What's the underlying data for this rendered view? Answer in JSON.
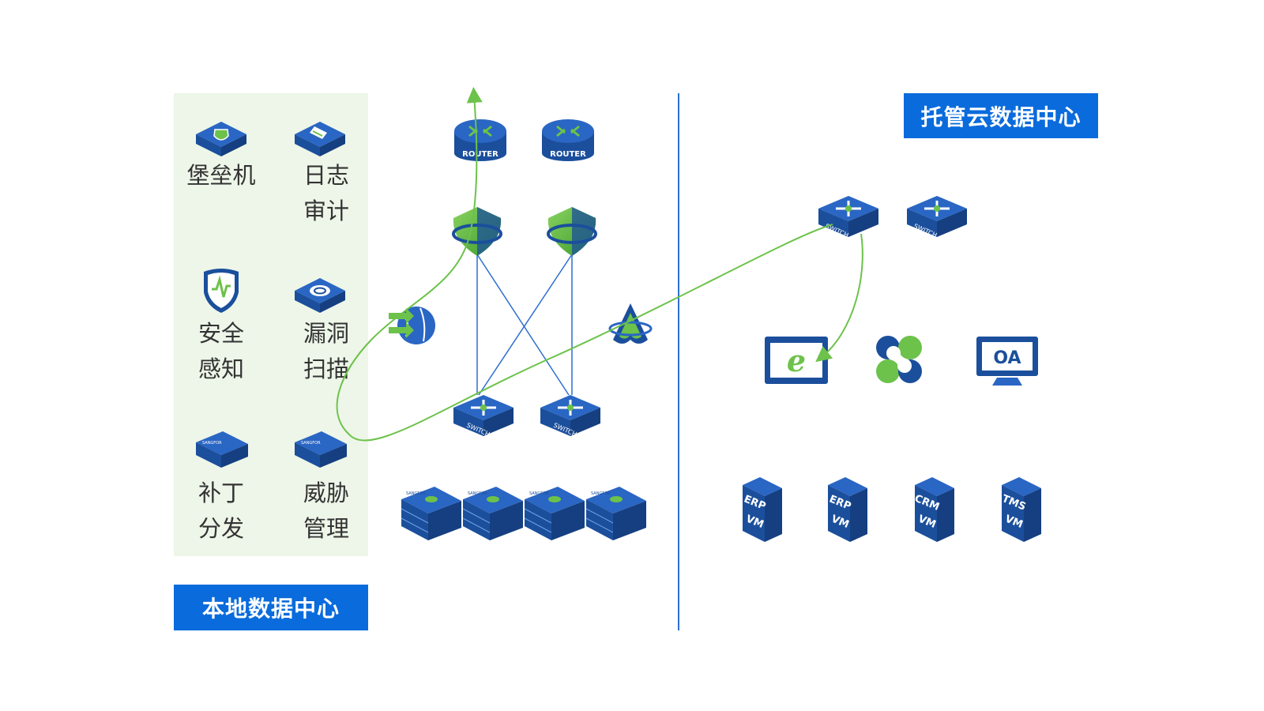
{
  "local_dc": {
    "title": "本地数据中心",
    "tools": [
      {
        "line1": "堡垒机",
        "line2": "",
        "icon": "bastion-host-icon"
      },
      {
        "line1": "日志",
        "line2": "审计",
        "icon": "log-audit-icon"
      },
      {
        "line1": "安全",
        "line2": "感知",
        "icon": "security-awareness-icon"
      },
      {
        "line1": "漏洞",
        "line2": "扫描",
        "icon": "vulnerability-scan-icon"
      },
      {
        "line1": "补丁",
        "line2": "分发",
        "icon": "patch-distribution-icon"
      },
      {
        "line1": "威胁",
        "line2": "管理",
        "icon": "threat-management-icon"
      }
    ],
    "routers": [
      {
        "label": "ROUTER"
      },
      {
        "label": "ROUTER"
      }
    ],
    "switches": [
      {
        "label": "SWITCH"
      },
      {
        "label": "SWITCH"
      }
    ],
    "servers": [
      {
        "brand": "SANGFOR"
      },
      {
        "brand": "SANGFOR"
      },
      {
        "brand": "SANGFOR"
      },
      {
        "brand": "SANGFOR"
      }
    ],
    "appliance_brand": "SANGFOR"
  },
  "cloud_dc": {
    "title": "托管云数据中心",
    "switches": [
      {
        "label": "SWITCH"
      },
      {
        "label": "SWITCH"
      }
    ],
    "apps": [
      {
        "icon": "ie-browser-monitor-icon",
        "text": "e"
      },
      {
        "icon": "clover-app-icon",
        "text": ""
      },
      {
        "icon": "oa-monitor-icon",
        "text": "OA"
      }
    ],
    "vms": [
      {
        "top": "ERP",
        "bottom": "VM"
      },
      {
        "top": "ERP",
        "bottom": "VM"
      },
      {
        "top": "CRM",
        "bottom": "VM"
      },
      {
        "top": "TMS",
        "bottom": "VM"
      }
    ]
  },
  "colors": {
    "accent_blue": "#0a6bdc",
    "device_blue": "#1b4f9c",
    "link_green": "#6cc24a",
    "panel_green": "#edf6e8"
  }
}
